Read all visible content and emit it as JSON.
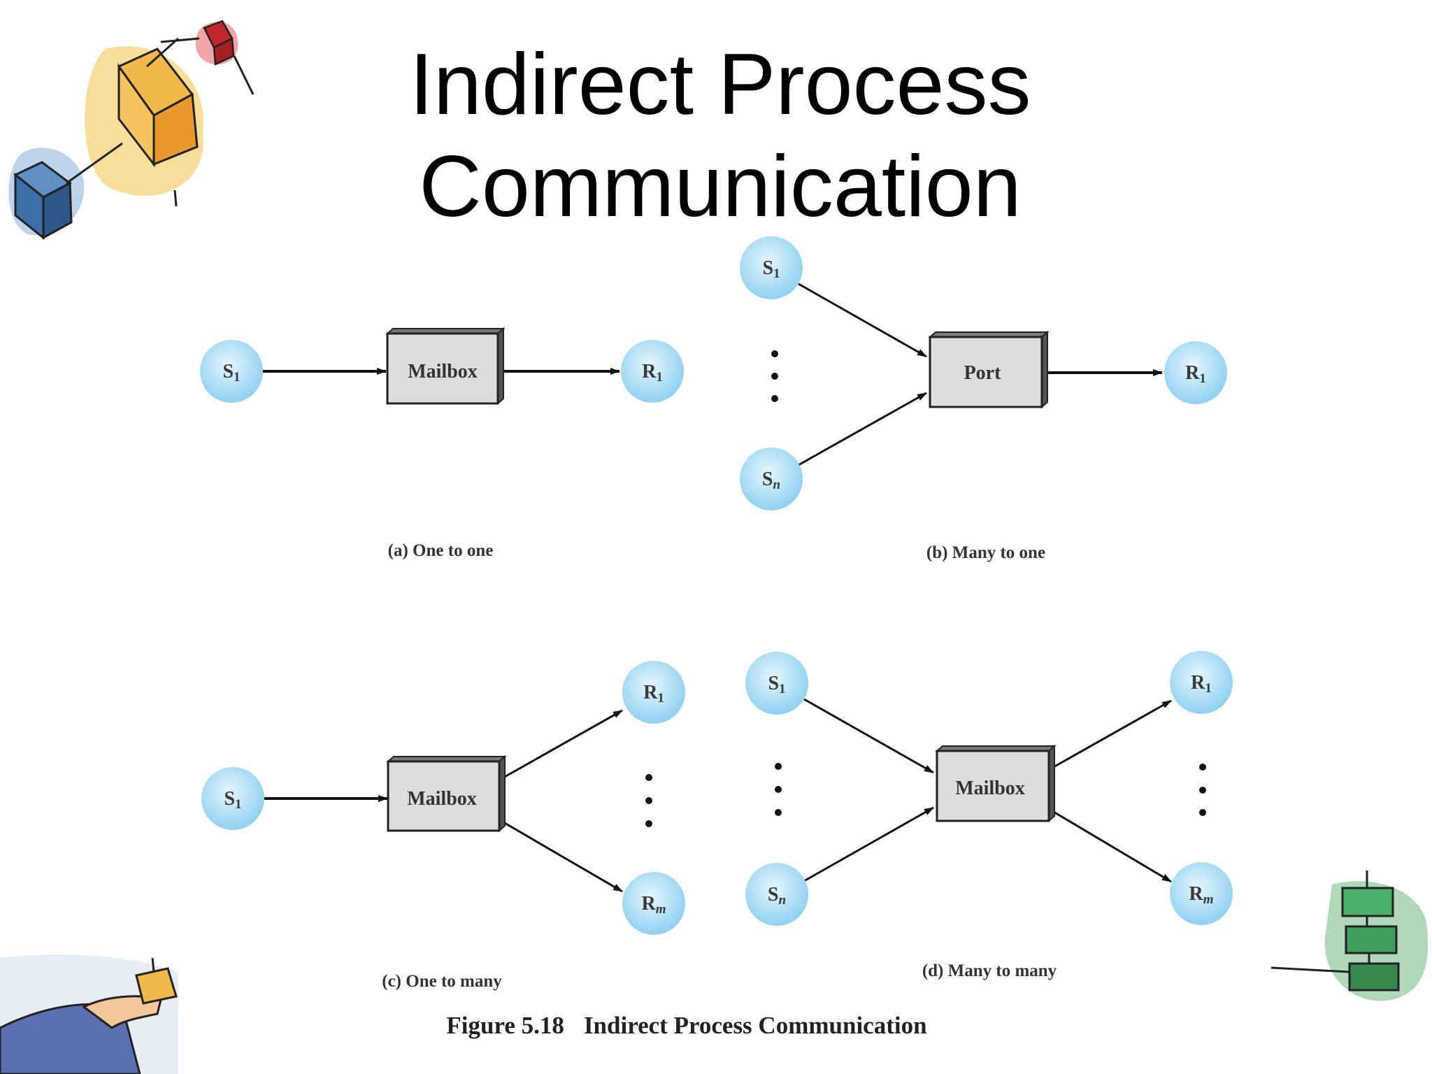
{
  "title": "Indirect Process Communication",
  "figure_caption": {
    "number": "Figure 5.18",
    "text": "Indirect Process Communication"
  },
  "panels": {
    "a": {
      "caption": "(a) One to one",
      "box": "Mailbox",
      "sender": "S",
      "sender_sub": "1",
      "receiver": "R",
      "receiver_sub": "1"
    },
    "b": {
      "caption": "(b) Many to one",
      "box": "Port",
      "sender_first": "S",
      "sender_first_sub": "1",
      "sender_last": "S",
      "sender_last_sub": "n",
      "receiver": "R",
      "receiver_sub": "1"
    },
    "c": {
      "caption": "(c) One to many",
      "box": "Mailbox",
      "sender": "S",
      "sender_sub": "1",
      "receiver_first": "R",
      "receiver_first_sub": "1",
      "receiver_last": "R",
      "receiver_last_sub": "m"
    },
    "d": {
      "caption": "(d) Many to many",
      "box": "Mailbox",
      "sender_first": "S",
      "sender_first_sub": "1",
      "sender_last": "S",
      "sender_last_sub": "n",
      "receiver_first": "R",
      "receiver_first_sub": "1",
      "receiver_last": "R",
      "receiver_last_sub": "m"
    }
  },
  "colors": {
    "node_fill": "#9fd8f4",
    "node_edge": "#5bb8e8",
    "box_fill": "#dcdcdc",
    "box_side": "#555555",
    "arrow": "#111111"
  }
}
